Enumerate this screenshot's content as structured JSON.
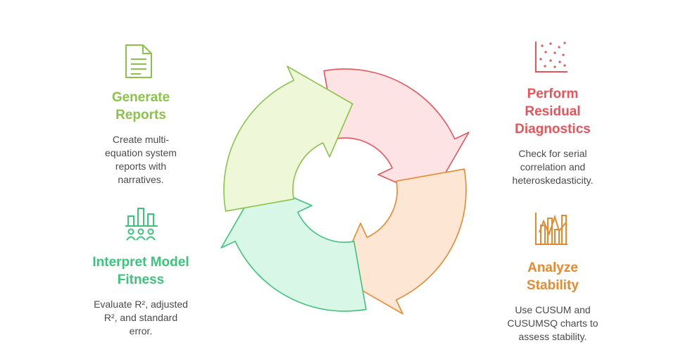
{
  "steps": [
    {
      "title_lines": [
        "Generate",
        "Reports"
      ],
      "desc_lines": [
        "Create multi-",
        "equation system",
        "reports with",
        "narratives."
      ],
      "color": "#8bc34a",
      "icon": "document-icon"
    },
    {
      "title_lines": [
        "Perform",
        "Residual",
        "Diagnostics"
      ],
      "desc_lines": [
        "Check for serial",
        "correlation and",
        "heteroskedasticity."
      ],
      "color": "#e8545a",
      "icon": "scatter-plot-icon"
    },
    {
      "title_lines": [
        "Analyze",
        "Stability"
      ],
      "desc_lines": [
        "Use CUSUM and",
        "CUSUMSQ charts to",
        "assess stability."
      ],
      "color": "#e8892e",
      "icon": "line-chart-icon"
    },
    {
      "title_lines": [
        "Interpret Model",
        "Fitness"
      ],
      "desc_lines": [
        "Evaluate R², adjusted",
        "R², and standard",
        "error."
      ],
      "color": "#3cc47c",
      "icon": "bar-chart-people-icon"
    }
  ],
  "segments": [
    {
      "fill": "#fde3e4",
      "stroke": "#e8545a"
    },
    {
      "fill": "#fde6d4",
      "stroke": "#e8892e"
    },
    {
      "fill": "#d9f7e6",
      "stroke": "#3cc47c"
    },
    {
      "fill": "#eef7d8",
      "stroke": "#8bc34a"
    }
  ]
}
